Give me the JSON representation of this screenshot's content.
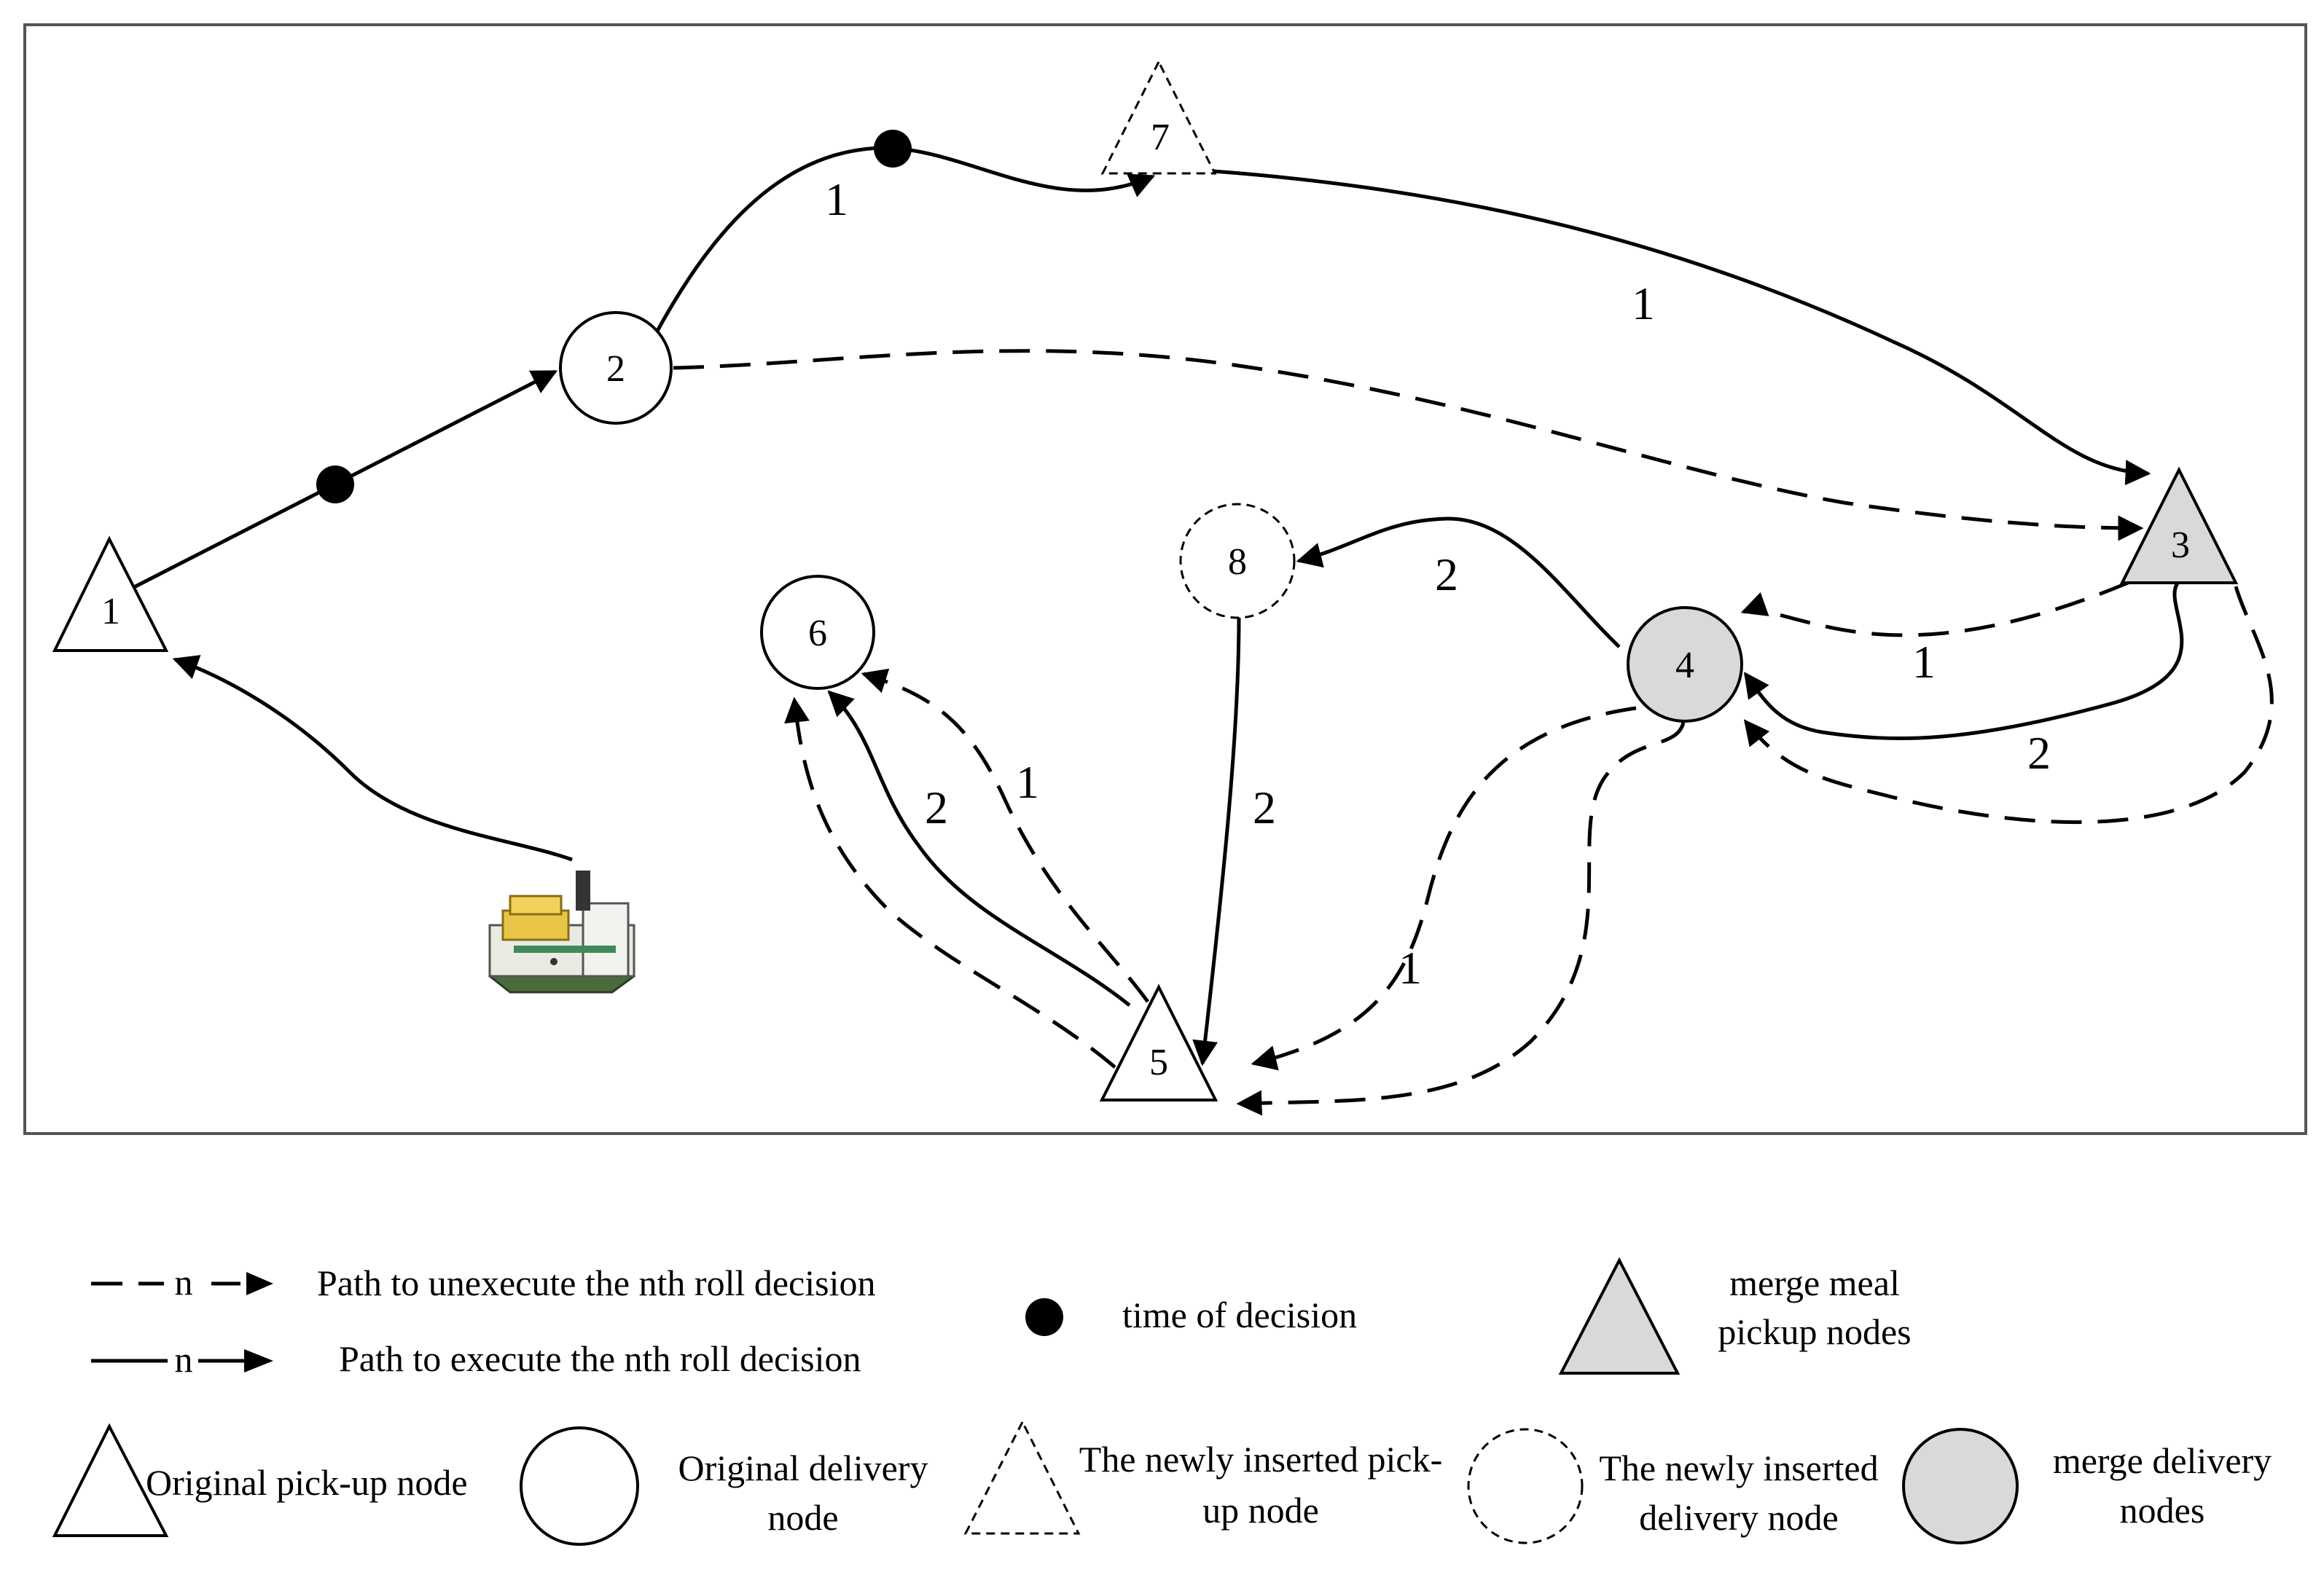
{
  "nodes": {
    "n1": {
      "label": "1",
      "type": "Original pick-up node"
    },
    "n2": {
      "label": "2",
      "type": "Original delivery node"
    },
    "n3": {
      "label": "3",
      "type": "merge meal pickup nodes"
    },
    "n4": {
      "label": "4",
      "type": "merge delivery nodes"
    },
    "n5": {
      "label": "5",
      "type": "Original pick-up node"
    },
    "n6": {
      "label": "6",
      "type": "Original delivery node"
    },
    "n7": {
      "label": "7",
      "type": "The newly inserted pick-up node"
    },
    "n8": {
      "label": "8",
      "type": "The newly inserted delivery node"
    }
  },
  "edge_labels": {
    "e2_7": "1",
    "e7_3": "1",
    "e4_8": "2",
    "e3_4_dash": "1",
    "e3_4_solid": "2",
    "e8_5": "2",
    "e5_6_solid": "2",
    "e5_6_dash": "1",
    "e4_5_dash": "1"
  },
  "legend": {
    "dashed_marker": "n",
    "dashed_text": "Path to unexecute the nth roll decision",
    "solid_marker": "n",
    "solid_text": "Path to execute the nth roll decision",
    "decision_text": "time of decision",
    "merge_pickup_line1": "merge meal",
    "merge_pickup_line2": "pickup nodes",
    "orig_pickup": "Original pick-up node",
    "orig_delivery_line1": "Original delivery",
    "orig_delivery_line2": "node",
    "new_pickup_line1": "The newly inserted pick-",
    "new_pickup_line2": "up node",
    "new_delivery_line1": "The newly inserted",
    "new_delivery_line2": "delivery node",
    "merge_delivery_line1": "merge delivery",
    "merge_delivery_line2": "nodes"
  },
  "colors": {
    "merge_fill": "#d9d9d9",
    "stroke": "#000000",
    "frame": "#555555"
  },
  "icons": {
    "vehicle": "delivery-robot-icon",
    "decision": "decision-dot-icon"
  }
}
